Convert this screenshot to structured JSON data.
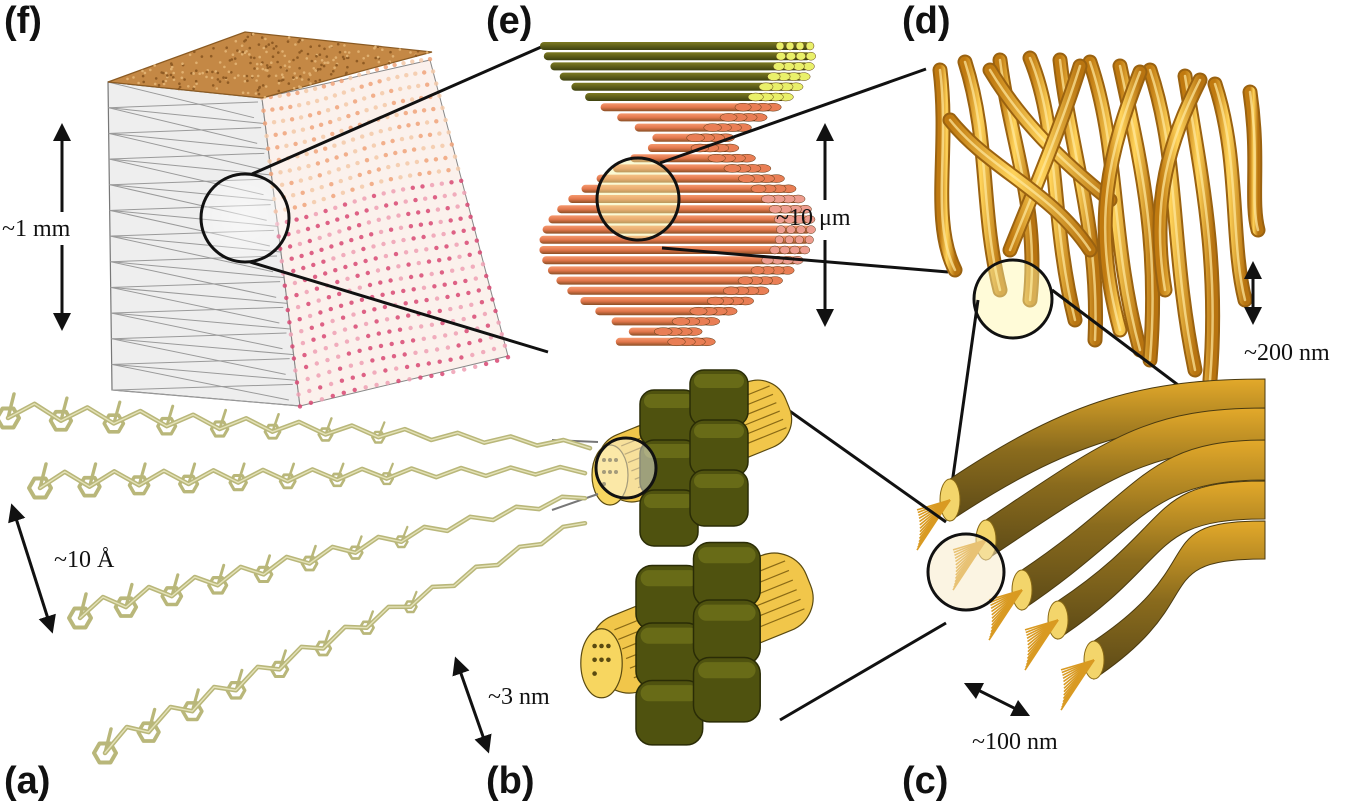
{
  "panels": {
    "a": {
      "label": "(a)",
      "scale": "~10 Å"
    },
    "b": {
      "label": "(b)",
      "scale": "~3 nm"
    },
    "c": {
      "label": "(c)",
      "scale": "~100 nm"
    },
    "d": {
      "label": "(d)",
      "scale": "~200 nm"
    },
    "e": {
      "label": "(e)",
      "scale": "~10 μm"
    },
    "f": {
      "label": "(f)",
      "scale": "~1 mm"
    }
  },
  "colors": {
    "chitin_chain": "#b9b77a",
    "protein_shell": "#4f520f",
    "crystal_core": "#f1c64a",
    "fiber_gold": "#e5a11c",
    "fiber_olive": "#6c5d1c",
    "rod_salmon": "#e97e55",
    "rod_pink": "#ee9c8e",
    "cuticle_top": "#c48845",
    "cuticle_pink": "#d84873"
  },
  "icons": [
    "double-arrow-icon",
    "zoom-circle-icon"
  ]
}
